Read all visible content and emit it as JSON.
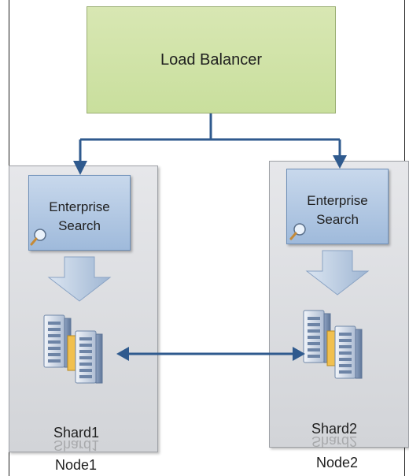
{
  "load_balancer": {
    "label": "Load Balancer"
  },
  "nodes": [
    {
      "search_line1": "Enterprise",
      "search_line2": "Search",
      "shard": "Shard1",
      "node": "Node1"
    },
    {
      "search_line1": "Enterprise",
      "search_line2": "Search",
      "shard": "Shard2",
      "node": "Node2"
    }
  ],
  "colors": {
    "load_balancer_fill": "#cfe2a6",
    "search_fill": "#a9c2e0",
    "connector": "#2f5a8e",
    "node_fill": "#dcdde0"
  }
}
